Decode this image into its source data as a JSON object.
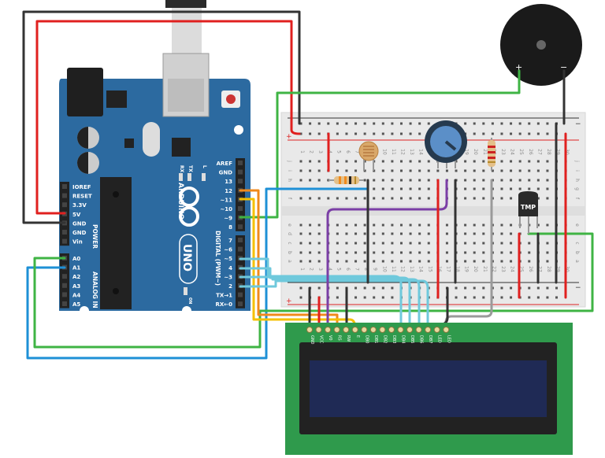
{
  "arduino": {
    "brand": "ARDUINO",
    "model": "UNO",
    "on_label": "ON",
    "led_labels": [
      "RX",
      "TX",
      "L"
    ],
    "power_title": "POWER",
    "analog_title": "ANALOG IN",
    "digital_title": "DIGITAL (PWM~)",
    "power_pins": [
      "IOREF",
      "RESET",
      "3.3V",
      "5V",
      "GND",
      "GND",
      "Vin"
    ],
    "analog_pins": [
      "A0",
      "A1",
      "A2",
      "A3",
      "A4",
      "A5"
    ],
    "digital_pins_high": [
      "AREF",
      "GND",
      "13",
      "12",
      "~11",
      "~10",
      "~9",
      "8"
    ],
    "digital_pins_low": [
      "7",
      "~6",
      "~5",
      "4",
      "~3",
      "2",
      "TX→1",
      "RX←0"
    ]
  },
  "breadboard": {
    "columns": [
      "1",
      "2",
      "3",
      "4",
      "5",
      "6",
      "7",
      "8",
      "9",
      "10",
      "11",
      "12",
      "13",
      "14",
      "15",
      "16",
      "17",
      "18",
      "19",
      "20",
      "21",
      "22",
      "23",
      "24",
      "25",
      "26",
      "27",
      "28",
      "29",
      "30"
    ],
    "rows_top": [
      "j",
      "i",
      "h",
      "g",
      "f"
    ],
    "rows_bottom": [
      "e",
      "d",
      "c",
      "b",
      "a"
    ],
    "rail_plus": "+",
    "rail_minus": "−"
  },
  "sensor": {
    "label": "TMP"
  },
  "buzzer": {
    "plus": "+",
    "minus": "−"
  },
  "lcd": {
    "pins": [
      "GND",
      "VCC",
      "V0",
      "RS",
      "RW",
      "E",
      "DB0",
      "DB1",
      "DB2",
      "DB3",
      "DB4",
      "DB5",
      "DB6",
      "DB7",
      "LED",
      "LED"
    ]
  },
  "colors": {
    "board": "#2c6aa0",
    "breadboard": "#e9e9e9",
    "lcd_pcb": "#2f9a4c",
    "lcd_screen": "#1f2a55",
    "wire_red": "#e0201f",
    "wire_black": "#333333",
    "wire_green": "#3fb444",
    "wire_blue": "#1e90d6",
    "wire_lightblue": "#6fc9dc",
    "wire_orange": "#f08a1c",
    "wire_yellow": "#f5c000",
    "wire_purple": "#7b3fa6",
    "wire_gray": "#9a9a9a"
  }
}
